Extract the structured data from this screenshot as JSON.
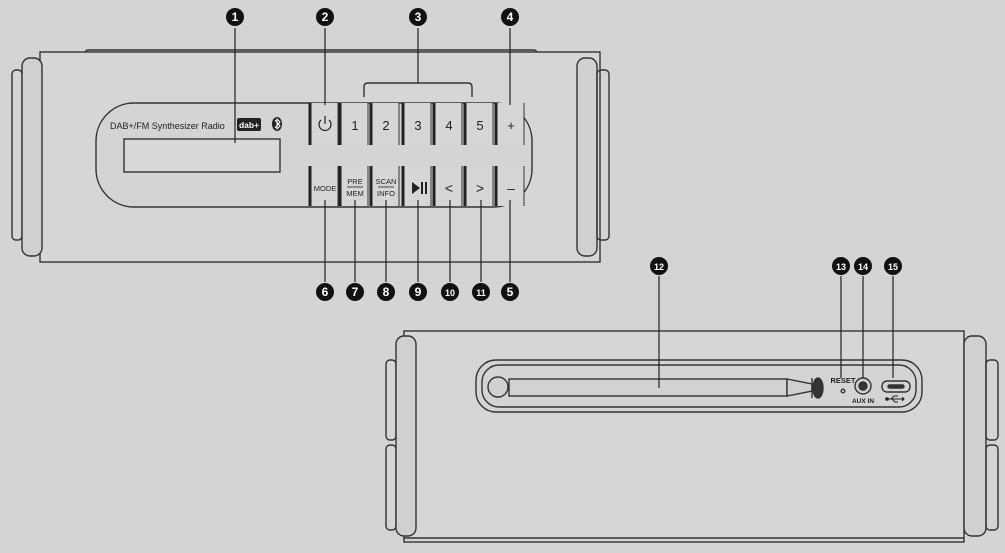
{
  "front_panel": {
    "brand_text": "DAB+/FM Synthesizer Radio",
    "dab_logo": "dab+",
    "bluetooth_icon": "bluetooth-icon",
    "top_buttons": [
      {
        "label": "power-icon"
      },
      {
        "label": "1"
      },
      {
        "label": "2"
      },
      {
        "label": "3"
      },
      {
        "label": "4"
      },
      {
        "label": "5"
      },
      {
        "label": "+"
      }
    ],
    "bottom_buttons": [
      {
        "label": "MODE"
      },
      {
        "top": "PRE",
        "bottom": "MEM"
      },
      {
        "top": "SCAN",
        "bottom": "INFO"
      },
      {
        "label": "play-pause-icon"
      },
      {
        "label": "<"
      },
      {
        "label": ">"
      },
      {
        "label": "–"
      }
    ]
  },
  "back_panel": {
    "reset_label": "RESET",
    "aux_label": "AUX IN",
    "usb_icon": "usb-icon"
  },
  "callouts": [
    "1",
    "2",
    "3",
    "4",
    "5",
    "6",
    "7",
    "8",
    "9",
    "10",
    "11",
    "12",
    "13",
    "14",
    "15"
  ]
}
